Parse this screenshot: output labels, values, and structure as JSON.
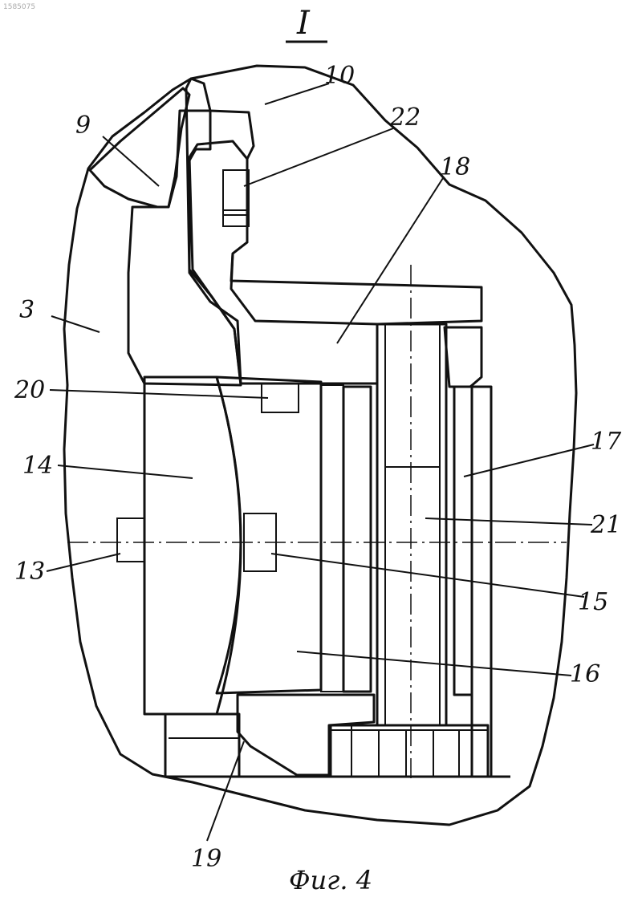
{
  "corner_mark": "1585075",
  "section_title": "I",
  "caption": "Фиг. 4",
  "labels": {
    "l3": "3",
    "l9": "9",
    "l10": "10",
    "l13": "13",
    "l14": "14",
    "l15": "15",
    "l16": "16",
    "l17": "17",
    "l18": "18",
    "l19": "19",
    "l20": "20",
    "l21": "21",
    "l22": "22"
  }
}
